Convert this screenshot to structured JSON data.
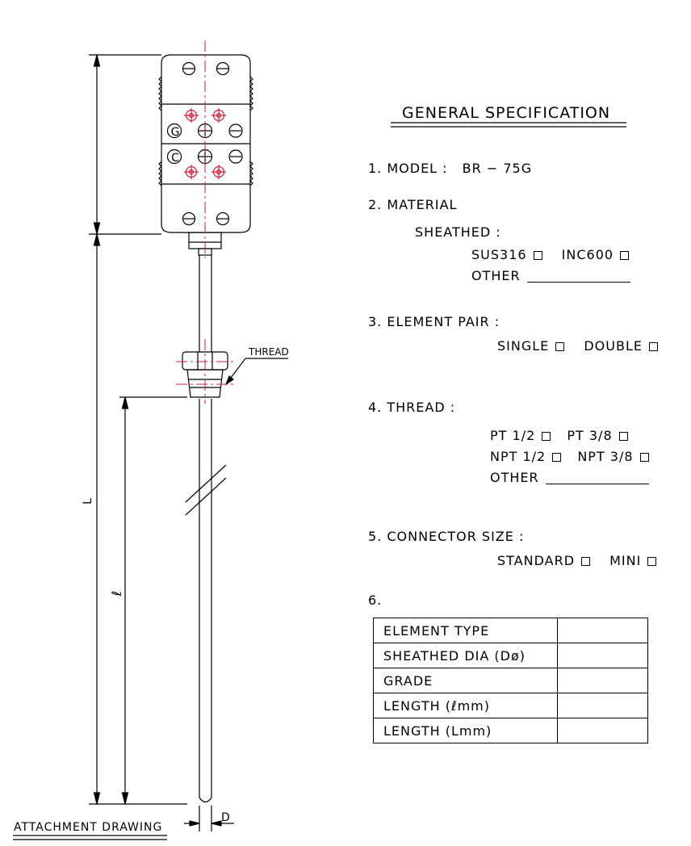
{
  "title": "GENERAL SPECIFICATION",
  "drawing": {
    "callout_thread": "THREAD",
    "dim_L": "L",
    "dim_l": "ℓ",
    "dim_D": "D",
    "attachment_label": "ATTACHMENT DRAWING",
    "terminal_marks": [
      "G",
      "C"
    ]
  },
  "spec": {
    "model": {
      "label": "1. MODEL :",
      "value": "BR − 75G"
    },
    "material": {
      "label": "2. MATERIAL",
      "sheathed_label": "SHEATHED :",
      "opt1": "SUS316",
      "opt2": "INC600",
      "other": "OTHER"
    },
    "element_pair": {
      "label": "3. ELEMENT PAIR :",
      "opt1": "SINGLE",
      "opt2": "DOUBLE"
    },
    "thread": {
      "label": "4. THREAD :",
      "opt1": "PT 1/2",
      "opt2": "PT 3/8",
      "opt3": "NPT 1/2",
      "opt4": "NPT 3/8",
      "other": "OTHER"
    },
    "connector": {
      "label": "5. CONNECTOR SIZE :",
      "opt1": "STANDARD",
      "opt2": "MINI"
    },
    "item6": "6."
  },
  "table": {
    "rows": [
      {
        "label": "ELEMENT TYPE",
        "value": ""
      },
      {
        "label": "SHEATHED DIA (Dø)",
        "value": ""
      },
      {
        "label": "GRADE",
        "value": ""
      },
      {
        "label": "LENGTH (ℓmm)",
        "value": ""
      },
      {
        "label": "LENGTH (Lmm)",
        "value": ""
      }
    ]
  },
  "colors": {
    "line": "#000000",
    "centerline": "#d0203a"
  }
}
